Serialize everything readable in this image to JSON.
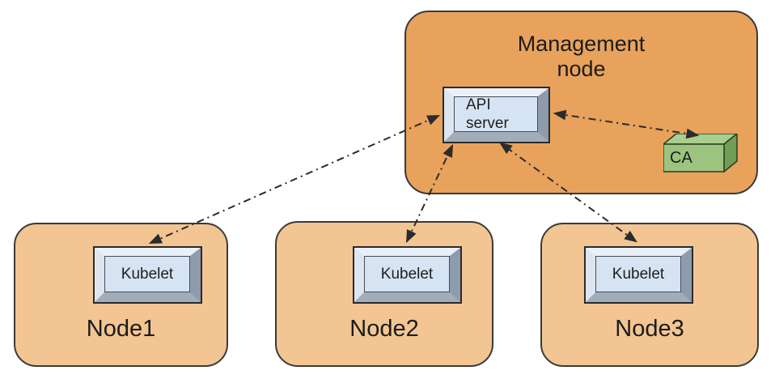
{
  "management": {
    "line1": "Management",
    "line2": "node",
    "api_server": {
      "line1": "API",
      "line2": "server"
    },
    "ca": {
      "label": "CA"
    }
  },
  "nodes": [
    {
      "label": "Node1",
      "component": "Kubelet"
    },
    {
      "label": "Node2",
      "component": "Kubelet"
    },
    {
      "label": "Node3",
      "component": "Kubelet"
    }
  ],
  "connections": [
    {
      "from": "kubelet-node1",
      "to": "api-server",
      "bidirectional": true,
      "style": "dash-dot"
    },
    {
      "from": "kubelet-node2",
      "to": "api-server",
      "bidirectional": true,
      "style": "dash-dot"
    },
    {
      "from": "kubelet-node3",
      "to": "api-server",
      "bidirectional": true,
      "style": "dash-dot"
    },
    {
      "from": "api-server",
      "to": "ca",
      "bidirectional": true,
      "style": "dash-dot"
    }
  ],
  "colors": {
    "management_fill": "#E8A25C",
    "node_fill": "#F2C592",
    "component_face": "#D6E3F3",
    "bevel_light": "#EAF0F8",
    "bevel_dark": "#8E9BAD",
    "ca_front": "#9CC47F",
    "ca_top": "#A9CE90",
    "ca_side": "#6F9E54",
    "arrow": "#2B2B2B",
    "outline": "#3A3A3A"
  }
}
